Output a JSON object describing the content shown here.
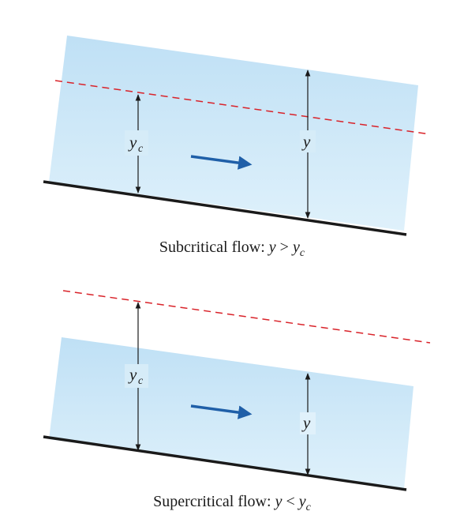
{
  "diagrams": [
    {
      "caption_text": "Subcritical flow: ",
      "caption_var": "y",
      "caption_op": ">",
      "caption_rhs": "y",
      "caption_rhs_sub": "c",
      "depth_label": "y",
      "critical_label": "y",
      "critical_label_sub": "c"
    },
    {
      "caption_text": "Supercritical flow: ",
      "caption_var": "y",
      "caption_op": "<",
      "caption_rhs": "y",
      "caption_rhs_sub": "c",
      "depth_label": "y",
      "critical_label": "y",
      "critical_label_sub": "c"
    }
  ],
  "colors": {
    "water": "#cfe8f7",
    "critical_line": "#d9232a",
    "flow_arrow": "#1f5fa8",
    "channel_bed": "#1a1a1a"
  }
}
